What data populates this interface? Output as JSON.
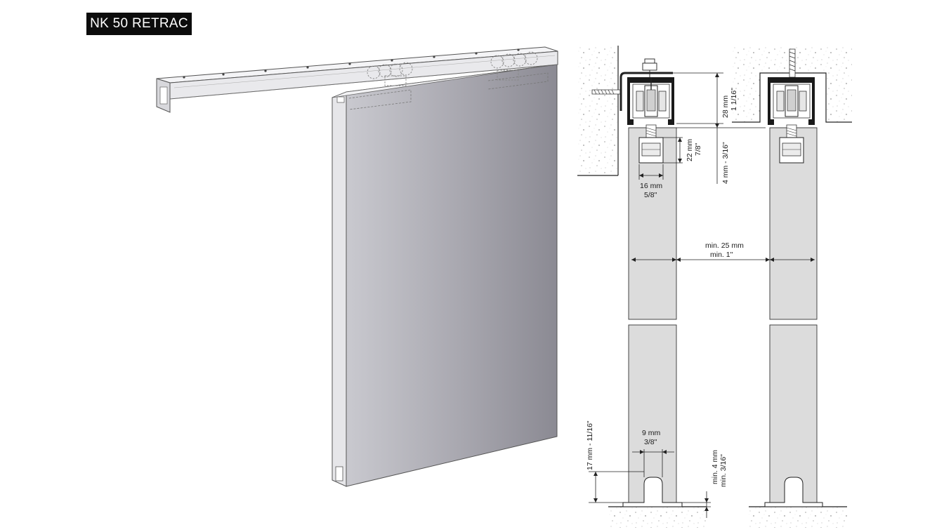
{
  "title": "NK 50 RETRAC",
  "colors": {
    "door_light": "#c7c7cd",
    "door_dark": "#8d8c95",
    "section_fill": "#dcdcdc",
    "wall_speckle": "#b8b8b8"
  },
  "dimensions": {
    "carriage_height_mm": "28 mm",
    "carriage_height_in": "1 1/16\"",
    "gap": "4 mm - 3/16\"",
    "hanger_height_mm": "22 mm",
    "hanger_height_in": "7/8\"",
    "hanger_width_mm": "16 mm",
    "hanger_width_in": "5/8\"",
    "door_spacing_mm": "min. 25 mm",
    "door_spacing_in": "min. 1\"",
    "guide_width_mm": "9 mm",
    "guide_width_in": "3/8\"",
    "groove_depth": "17 mm - 11/16\"",
    "floor_gap_mm": "min. 4 mm",
    "floor_gap_in": "min. 3/16\""
  }
}
